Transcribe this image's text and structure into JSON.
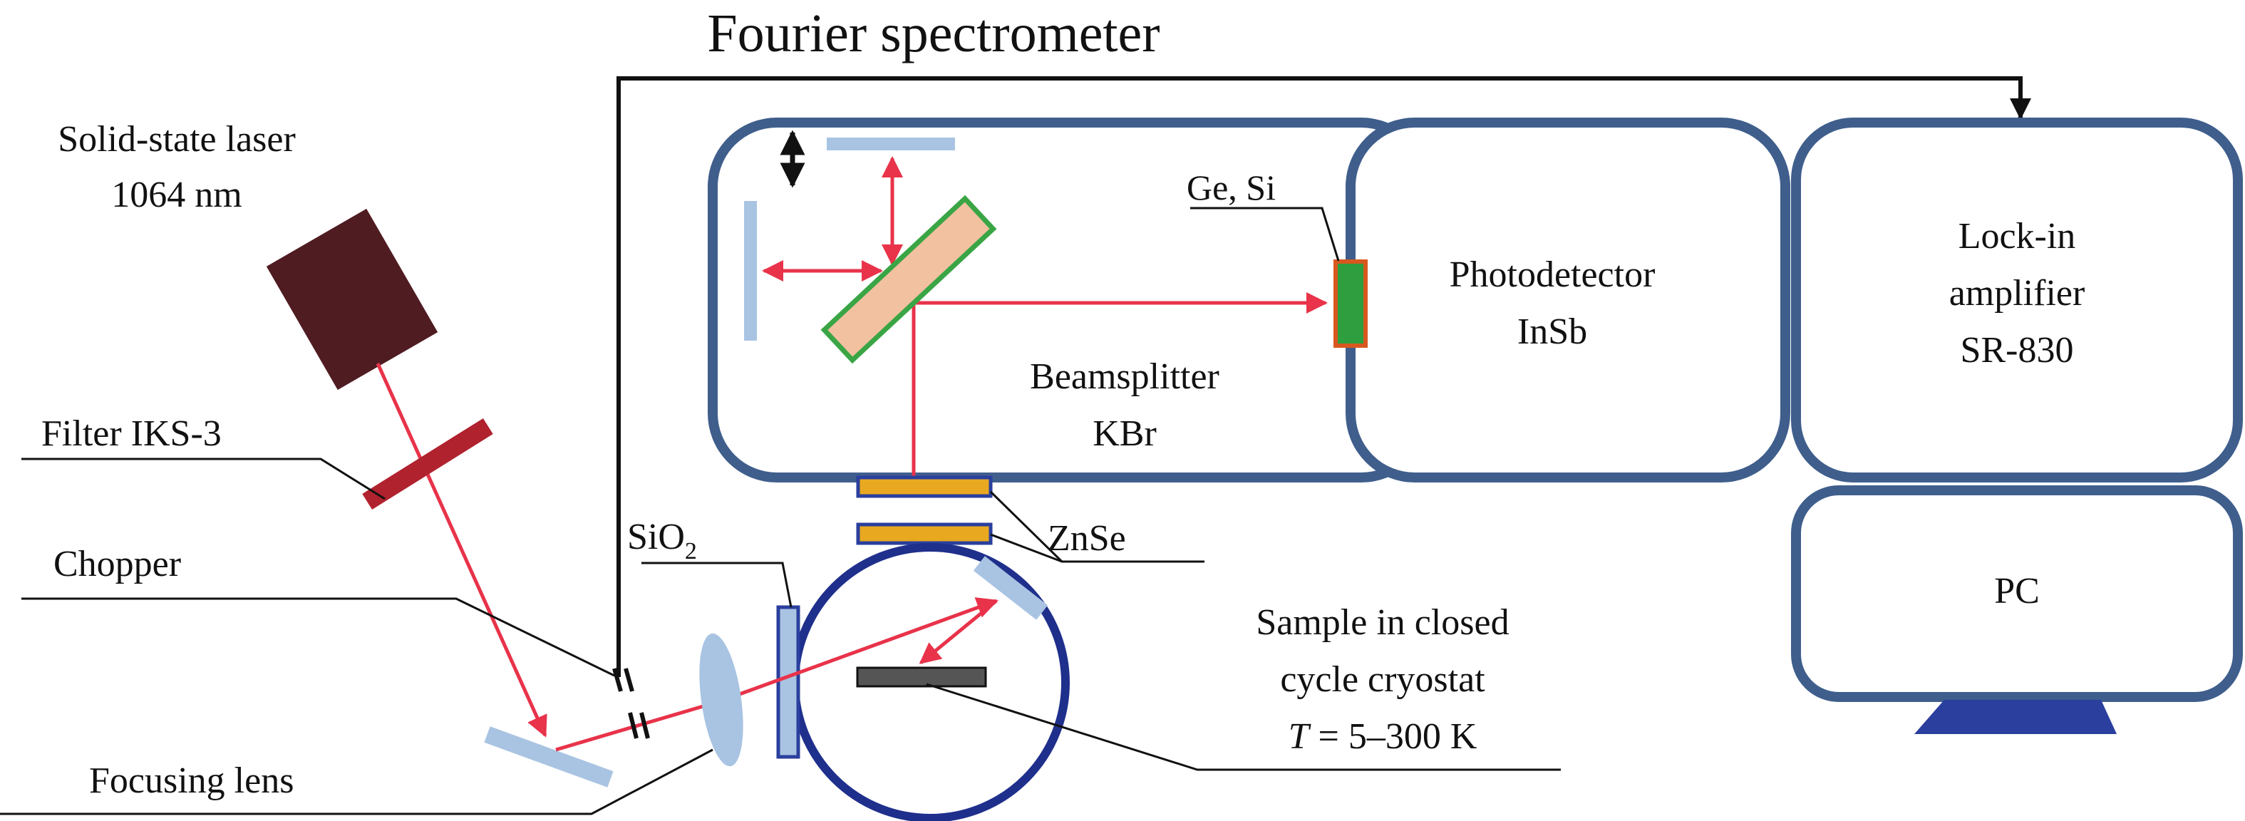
{
  "title": "Fourier spectrometer",
  "labels": {
    "laser_line1": "Solid-state laser",
    "laser_line2": "1064 nm",
    "filter": "Filter IKS-3",
    "chopper": "Chopper",
    "focusing_lens": "Focusing lens",
    "sio2_main": "SiO",
    "sio2_sub": "2",
    "znse": "ZnSe",
    "sample_line1": "Sample in closed",
    "sample_line2": "cycle cryostat",
    "sample_T": "T",
    "sample_range": " = 5–300 K",
    "ge_si": "Ge, Si",
    "photodetector_line1": "Photodetector",
    "photodetector_line2": "InSb",
    "beamsplitter_line1": "Beamsplitter",
    "beamsplitter_line2": "KBr",
    "lockin_line1": "Lock-in",
    "lockin_line2": "amplifier",
    "lockin_line3": "SR-830",
    "pc": "PC"
  },
  "colors": {
    "box_outline": "#3f5e8c",
    "beam": "#e8334a",
    "laser_body": "#4f1c22",
    "filter": "#b0222e",
    "mirror": "#a9c4e2",
    "beamsplitter_fill": "#f2c1a0",
    "beamsplitter_edge": "#3aa545",
    "window": "#e8a820",
    "detector_fill": "#2e9e3e",
    "detector_edge": "#d9581e",
    "cryostat": "#1f2f8c",
    "sample": "#555555",
    "pc_stand": "#2a3f9e"
  }
}
